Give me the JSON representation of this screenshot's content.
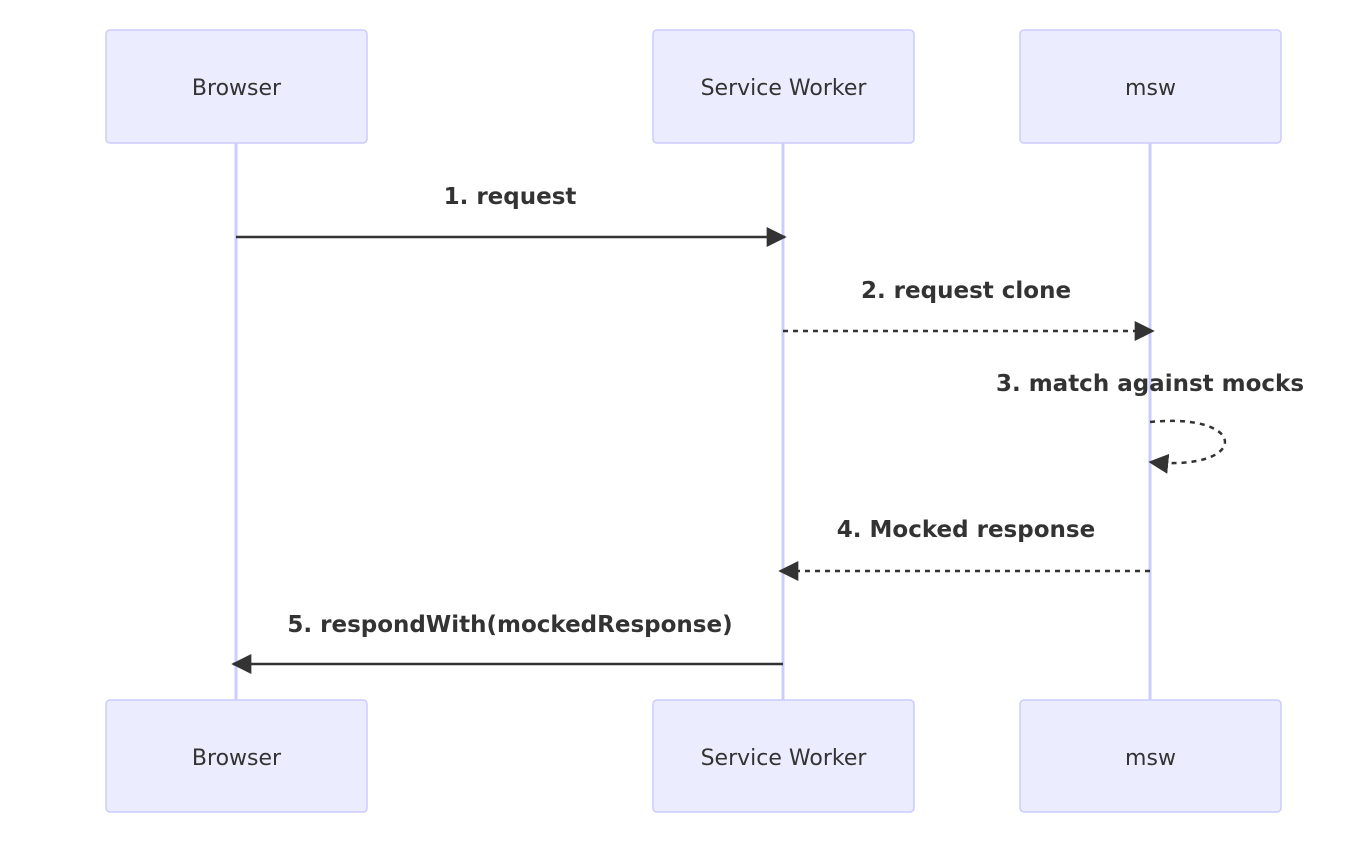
{
  "participants": [
    {
      "id": "browser",
      "label": "Browser"
    },
    {
      "id": "service_worker",
      "label": "Service Worker"
    },
    {
      "id": "msw",
      "label": "msw"
    }
  ],
  "messages": [
    {
      "from": "browser",
      "to": "service_worker",
      "label": "1. request",
      "style": "solid"
    },
    {
      "from": "service_worker",
      "to": "msw",
      "label": "2. request clone",
      "style": "dashed"
    },
    {
      "from": "msw",
      "to": "msw",
      "label": "3. match against mocks",
      "style": "dashed"
    },
    {
      "from": "msw",
      "to": "service_worker",
      "label": "4. Mocked response",
      "style": "dashed"
    },
    {
      "from": "service_worker",
      "to": "browser",
      "label": "5. respondWith(mockedResponse)",
      "style": "solid"
    }
  ],
  "colors": {
    "actor_fill": "#ececff",
    "actor_stroke": "#ccccff",
    "lifeline": "#ccccff",
    "line": "#333333",
    "text": "#333333"
  }
}
